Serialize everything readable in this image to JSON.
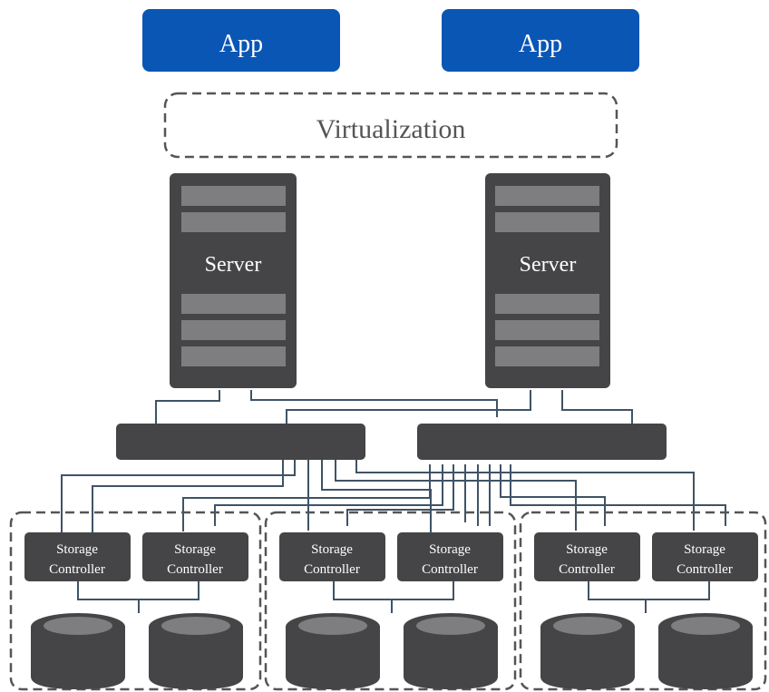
{
  "apps": [
    {
      "label": "App"
    },
    {
      "label": "App"
    }
  ],
  "virtualization": {
    "label": "Virtualization"
  },
  "servers": [
    {
      "label": "Server"
    },
    {
      "label": "Server"
    }
  ],
  "switches": [
    {},
    {}
  ],
  "storage_groups": [
    {
      "controllers": [
        {
          "line1": "Storage",
          "line2": "Controller"
        },
        {
          "line1": "Storage",
          "line2": "Controller"
        }
      ]
    },
    {
      "controllers": [
        {
          "line1": "Storage",
          "line2": "Controller"
        },
        {
          "line1": "Storage",
          "line2": "Controller"
        }
      ]
    },
    {
      "controllers": [
        {
          "line1": "Storage",
          "line2": "Controller"
        },
        {
          "line1": "Storage",
          "line2": "Controller"
        }
      ]
    }
  ],
  "colors": {
    "app": "#0a56b5",
    "server": "#454548",
    "server_slot": "#7e7e80",
    "controller": "#454548",
    "line": "#3f5366",
    "dashed": "#555555"
  }
}
